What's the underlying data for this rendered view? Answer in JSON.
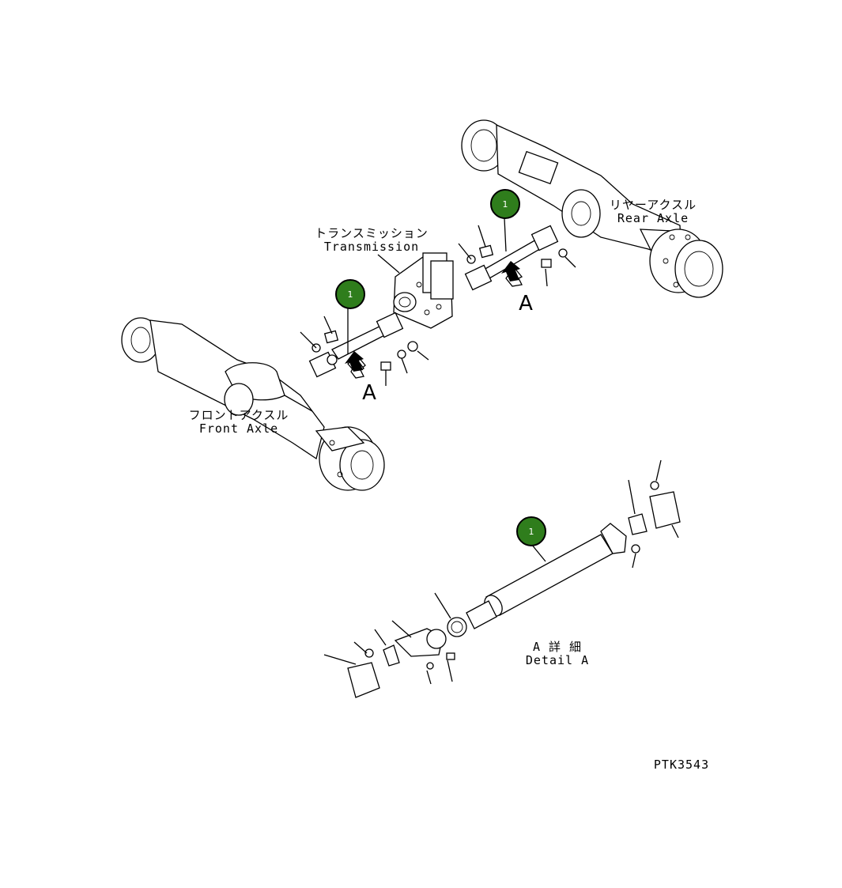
{
  "labels": {
    "transmission_jp": "トランスミッション",
    "transmission_en": "Transmission",
    "rear_axle_jp": "リヤーアクスル",
    "rear_axle_en": "Rear Axle",
    "front_axle_jp": "フロントアクスル",
    "front_axle_en": "Front Axle",
    "detail_jp": "A 詳 細",
    "detail_en": "Detail A",
    "view_a1": "A",
    "view_a2": "A",
    "figure_code": "PTK3543"
  },
  "callouts": [
    {
      "number": "1",
      "color": "#2f7d1c"
    },
    {
      "number": "1",
      "color": "#2f7d1c"
    },
    {
      "number": "1",
      "color": "#2f7d1c"
    }
  ]
}
